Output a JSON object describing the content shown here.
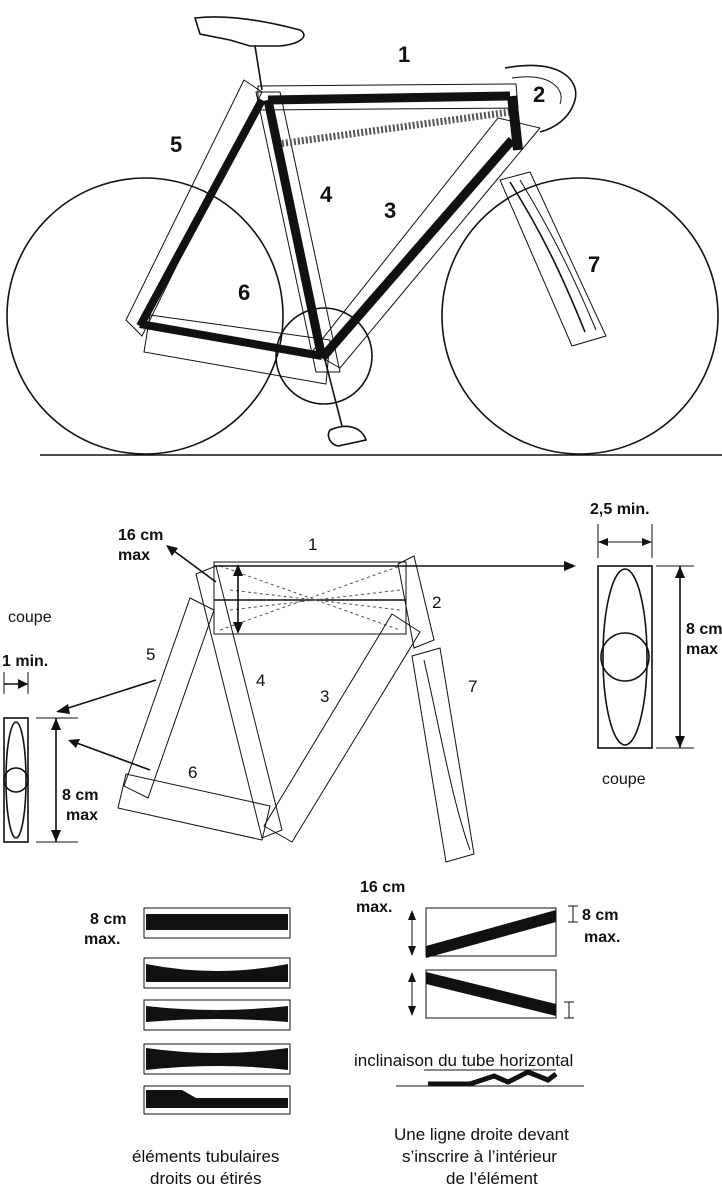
{
  "top": {
    "labels": [
      "1",
      "2",
      "3",
      "4",
      "5",
      "6",
      "7"
    ]
  },
  "mid": {
    "labels": [
      "1",
      "2",
      "3",
      "4",
      "5",
      "6",
      "7"
    ],
    "height_top": "16 cm",
    "height_top_2": "max",
    "right_section": {
      "width": "2,5 min.",
      "height": "8 cm",
      "height_2": "max",
      "caption": "coupe"
    },
    "left_section": {
      "caption": "coupe",
      "width": "1 min.",
      "height": "8 cm",
      "height_2": "max"
    }
  },
  "bottom": {
    "left": {
      "height": "8 cm",
      "height_2": "max.",
      "caption_1": "éléments tubulaires",
      "caption_2": "droits ou étirés"
    },
    "right": {
      "height_top": "16 cm",
      "height_top_2": "max.",
      "height_side": "8 cm",
      "height_side_2": "max.",
      "incline_label": "inclinaison du tube horizontal",
      "caption_1": "Une ligne droite devant",
      "caption_2": "s’inscrire à l’intérieur",
      "caption_3": "de l’élément"
    }
  }
}
